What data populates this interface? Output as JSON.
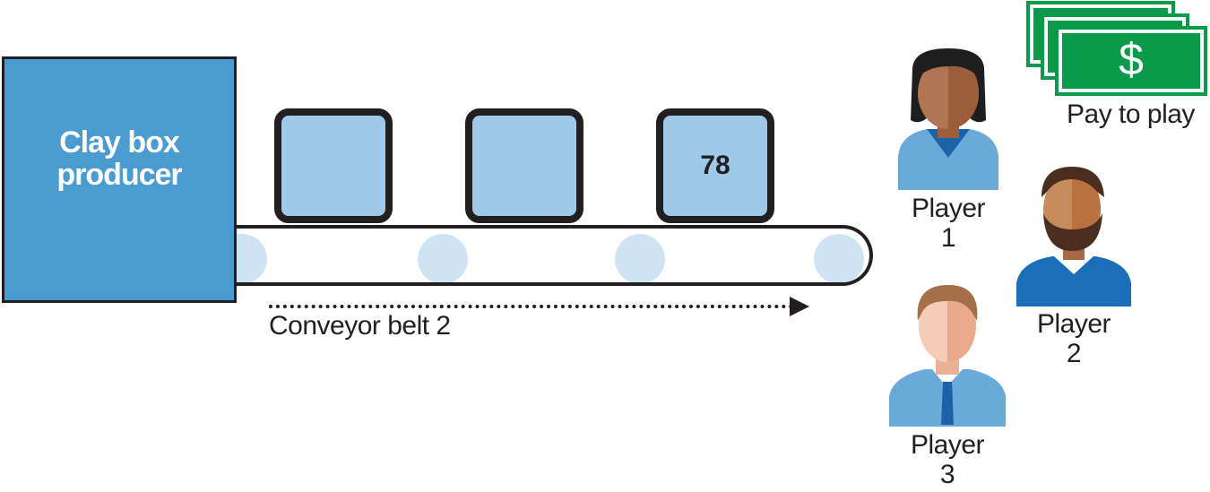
{
  "producer": {
    "label": "Clay box\nproducer",
    "color": "#4a9bcf"
  },
  "boxes": [
    {
      "label": ""
    },
    {
      "label": ""
    },
    {
      "label": "78"
    }
  ],
  "belt": {
    "label": "Conveyor belt 2",
    "roller_color": "#cfe4f3"
  },
  "players": [
    {
      "label": "Player\n1"
    },
    {
      "label": "Player\n2"
    },
    {
      "label": "Player\n3"
    }
  ],
  "payment": {
    "label": "Pay to play",
    "symbol": "$",
    "color": "#0a9a4a"
  }
}
